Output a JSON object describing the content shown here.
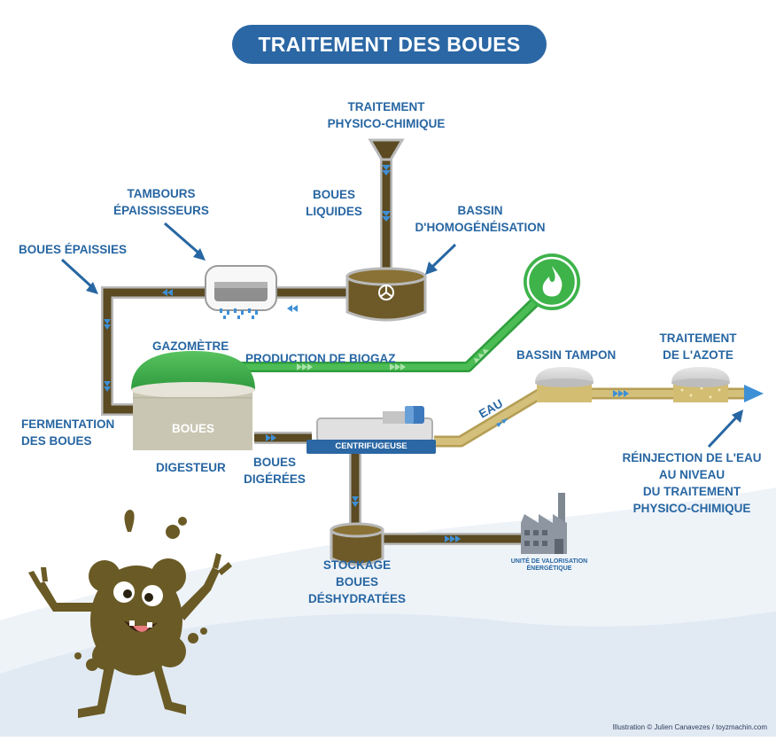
{
  "title": "TRAITEMENT DES BOUES",
  "labels": {
    "traitement_physico": [
      "TRAITEMENT",
      "PHYSICO-CHIMIQUE"
    ],
    "boues_liquides": [
      "BOUES",
      "LIQUIDES"
    ],
    "bassin_homogeneisation": [
      "BASSIN",
      "D'HOMOGÉNÉISATION"
    ],
    "tambours": [
      "TAMBOURS",
      "ÉPAISSISSEURS"
    ],
    "boues_epaissies": "BOUES ÉPAISSIES",
    "gazometre": "GAZOMÈTRE",
    "production_biogaz": "PRODUCTION DE BIOGAZ",
    "bassin_tampon": "BASSIN TAMPON",
    "traitement_azote": [
      "TRAITEMENT",
      "DE L'AZOTE"
    ],
    "fermentation": [
      "FERMENTATION",
      "DES BOUES"
    ],
    "boues_digesteur": "BOUES",
    "digesteur": "DIGESTEUR",
    "boues_digerees": [
      "BOUES",
      "DIGÉRÉES"
    ],
    "eau": "EAU",
    "centrifugeuse": "CENTRIFUGEUSE",
    "reinjection": [
      "RÉINJECTION DE L'EAU",
      "AU NIVEAU",
      "DU TRAITEMENT",
      "PHYSICO-CHIMIQUE"
    ],
    "stockage": [
      "STOCKAGE",
      "BOUES",
      "DÉSHYDRATÉES"
    ],
    "unite": [
      "UNITÉ DE VALORISATION",
      "ÉNERGÉTIQUE"
    ]
  },
  "credit": "Illustration © Julien Canavezes / toyzmachin.com",
  "colors": {
    "title_bg": "#2b67a4",
    "label": "#2766a2",
    "sludge_pipe": "#5b4a22",
    "pipe_outline": "#b9b9b9",
    "biogas": "#3db34a",
    "water": "#c9b46a",
    "arrow_accent": "#3d8fd6",
    "ground": "#e4ecf4"
  },
  "icons": {
    "biogas": "flame-icon",
    "mascot": "mud-monster-mascot",
    "factory": "factory-icon"
  }
}
